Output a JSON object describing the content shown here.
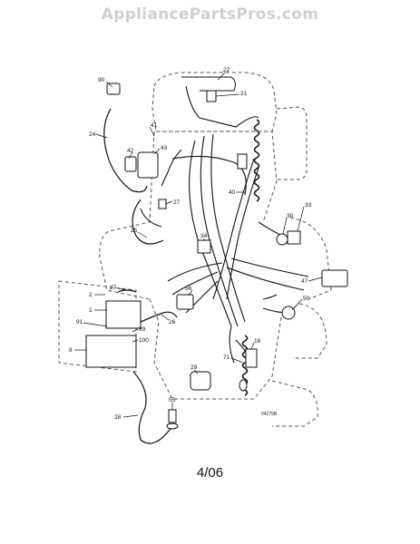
{
  "watermark": "AppliancePartsPros.com",
  "footer_date": "4/06",
  "drawing_number": "04275B",
  "callouts": {
    "c90": "90",
    "c22": "22",
    "c21": "21",
    "c24": "24",
    "c41": "41",
    "c43": "43",
    "c42": "42",
    "c27a": "27",
    "c40": "40",
    "c33": "33",
    "c30": "30",
    "c25": "25",
    "c34": "34",
    "c2": "2",
    "c27b": "27",
    "c1": "1",
    "c56": "56",
    "c47": "47",
    "c50": "50",
    "c91": "91",
    "c26": "26",
    "c89": "89",
    "c100": "100",
    "c8": "8",
    "c71": "71",
    "c16": "16",
    "c29": "29",
    "c55": "55",
    "c28": "28"
  }
}
